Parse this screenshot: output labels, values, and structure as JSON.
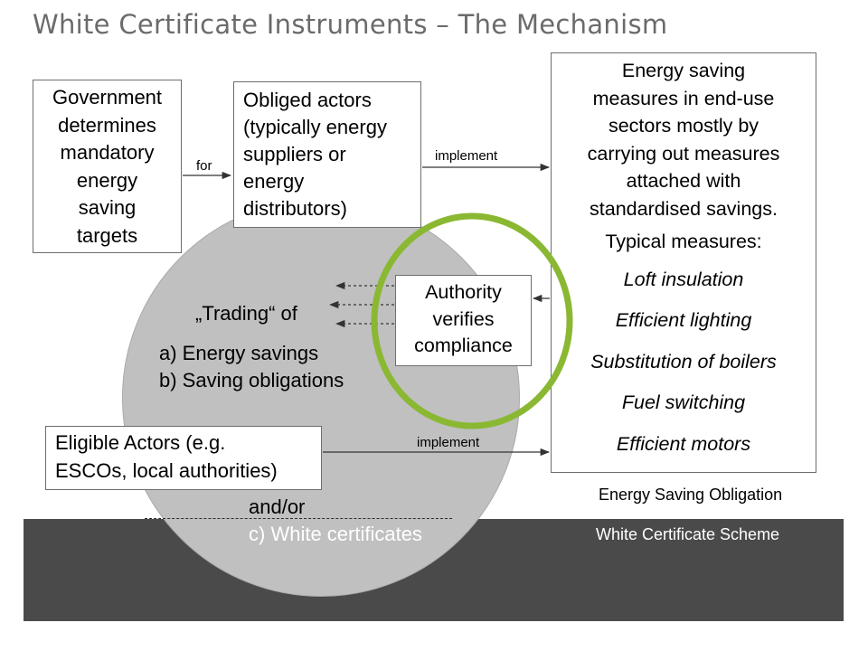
{
  "title": "White Certificate Instruments – The Mechanism",
  "government_box": {
    "lines": [
      "Government",
      "determines",
      "mandatory",
      "energy",
      "saving",
      "targets"
    ]
  },
  "obliged_box": {
    "lines": [
      "Obliged actors",
      "(typically energy",
      "suppliers or",
      "energy",
      "distributors)"
    ]
  },
  "measures_box": {
    "intro_lines": [
      "Energy saving",
      "measures in end-use",
      "sectors mostly by",
      "carrying out measures",
      "attached with",
      "standardised savings."
    ],
    "typical_heading": "Typical measures:",
    "typical_items": [
      "Loft insulation",
      "Efficient lighting",
      "Substitution of boilers",
      "Fuel switching",
      "Efficient motors"
    ]
  },
  "authority_box": {
    "lines": [
      "Authority",
      "verifies",
      "compliance"
    ]
  },
  "eligible_box": {
    "lines": [
      "Eligible Actors (e.g.",
      "ESCOs, local authorities)"
    ]
  },
  "arrow_labels": {
    "for": "for",
    "implement_top": "implement",
    "implement_bottom": "implement"
  },
  "trading": {
    "heading": "„Trading“ of",
    "item_a": "a) Energy savings",
    "item_b": "b) Saving obligations",
    "and_or": "and/or",
    "item_c": "c) White certificates"
  },
  "scheme_labels": {
    "obligation": "Energy Saving Obligation",
    "white_certificate": "White Certificate Scheme"
  },
  "colors": {
    "highlight_ring": "#8ab833",
    "circle_fill": "#c0c0c0",
    "band_fill": "#4a4a4a",
    "title_text": "#6b6b6b"
  }
}
